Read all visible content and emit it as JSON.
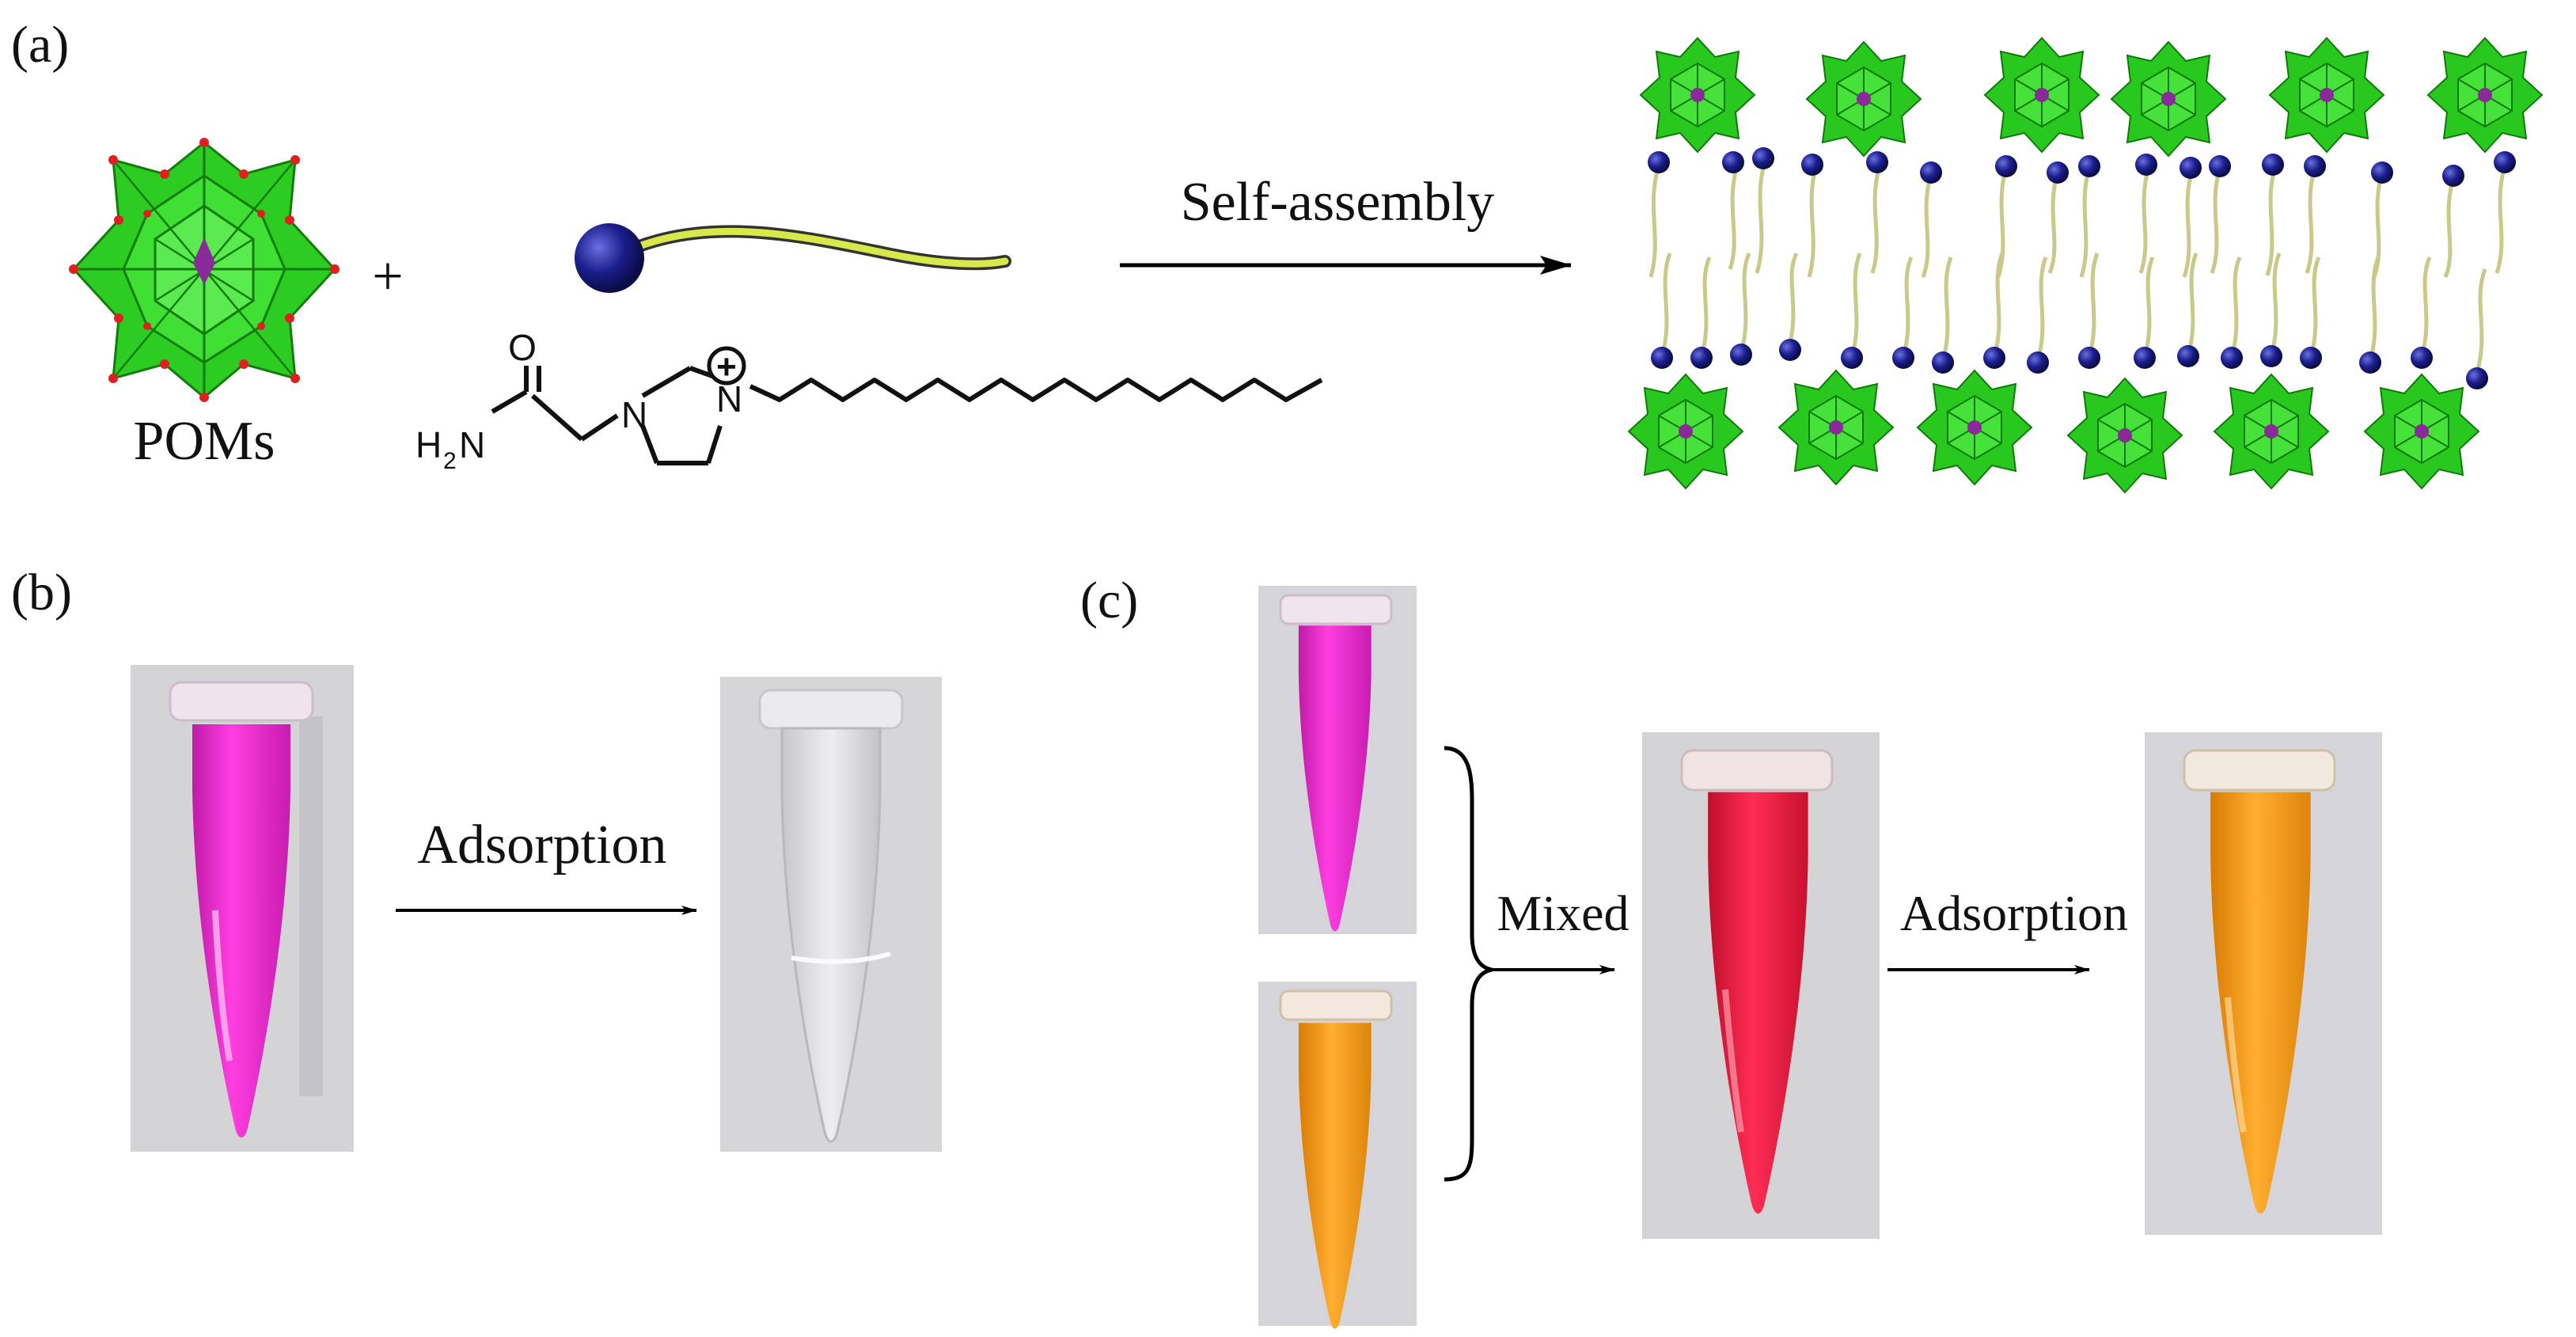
{
  "panel_a": {
    "label": "(a)",
    "pom_label": "POMs",
    "plus": "+",
    "arrow_label": "Self-assembly",
    "chem": {
      "oxygen": "O",
      "amine": "H",
      "amine_sub": "2",
      "amine_tail": "N",
      "nitrogen_1": "N",
      "nitrogen_2": "N",
      "charge": "+"
    }
  },
  "panel_b": {
    "label": "(b)",
    "arrow_label": "Adsorption"
  },
  "panel_c": {
    "label": "(c)",
    "mixed_label": "Mixed",
    "arrow_label": "Adsorption"
  },
  "colors": {
    "pom_green": "#2ecc23",
    "head_blue": "#1b1e8c",
    "tail_yellow": "#c9c98a",
    "magenta": "#e323c8",
    "orange": "#f2970f",
    "red": "#e3173a",
    "photo_bg": "#d4d3d6"
  },
  "icons": [
    "pom-cluster-icon",
    "surfactant-icon",
    "tube-icon"
  ]
}
